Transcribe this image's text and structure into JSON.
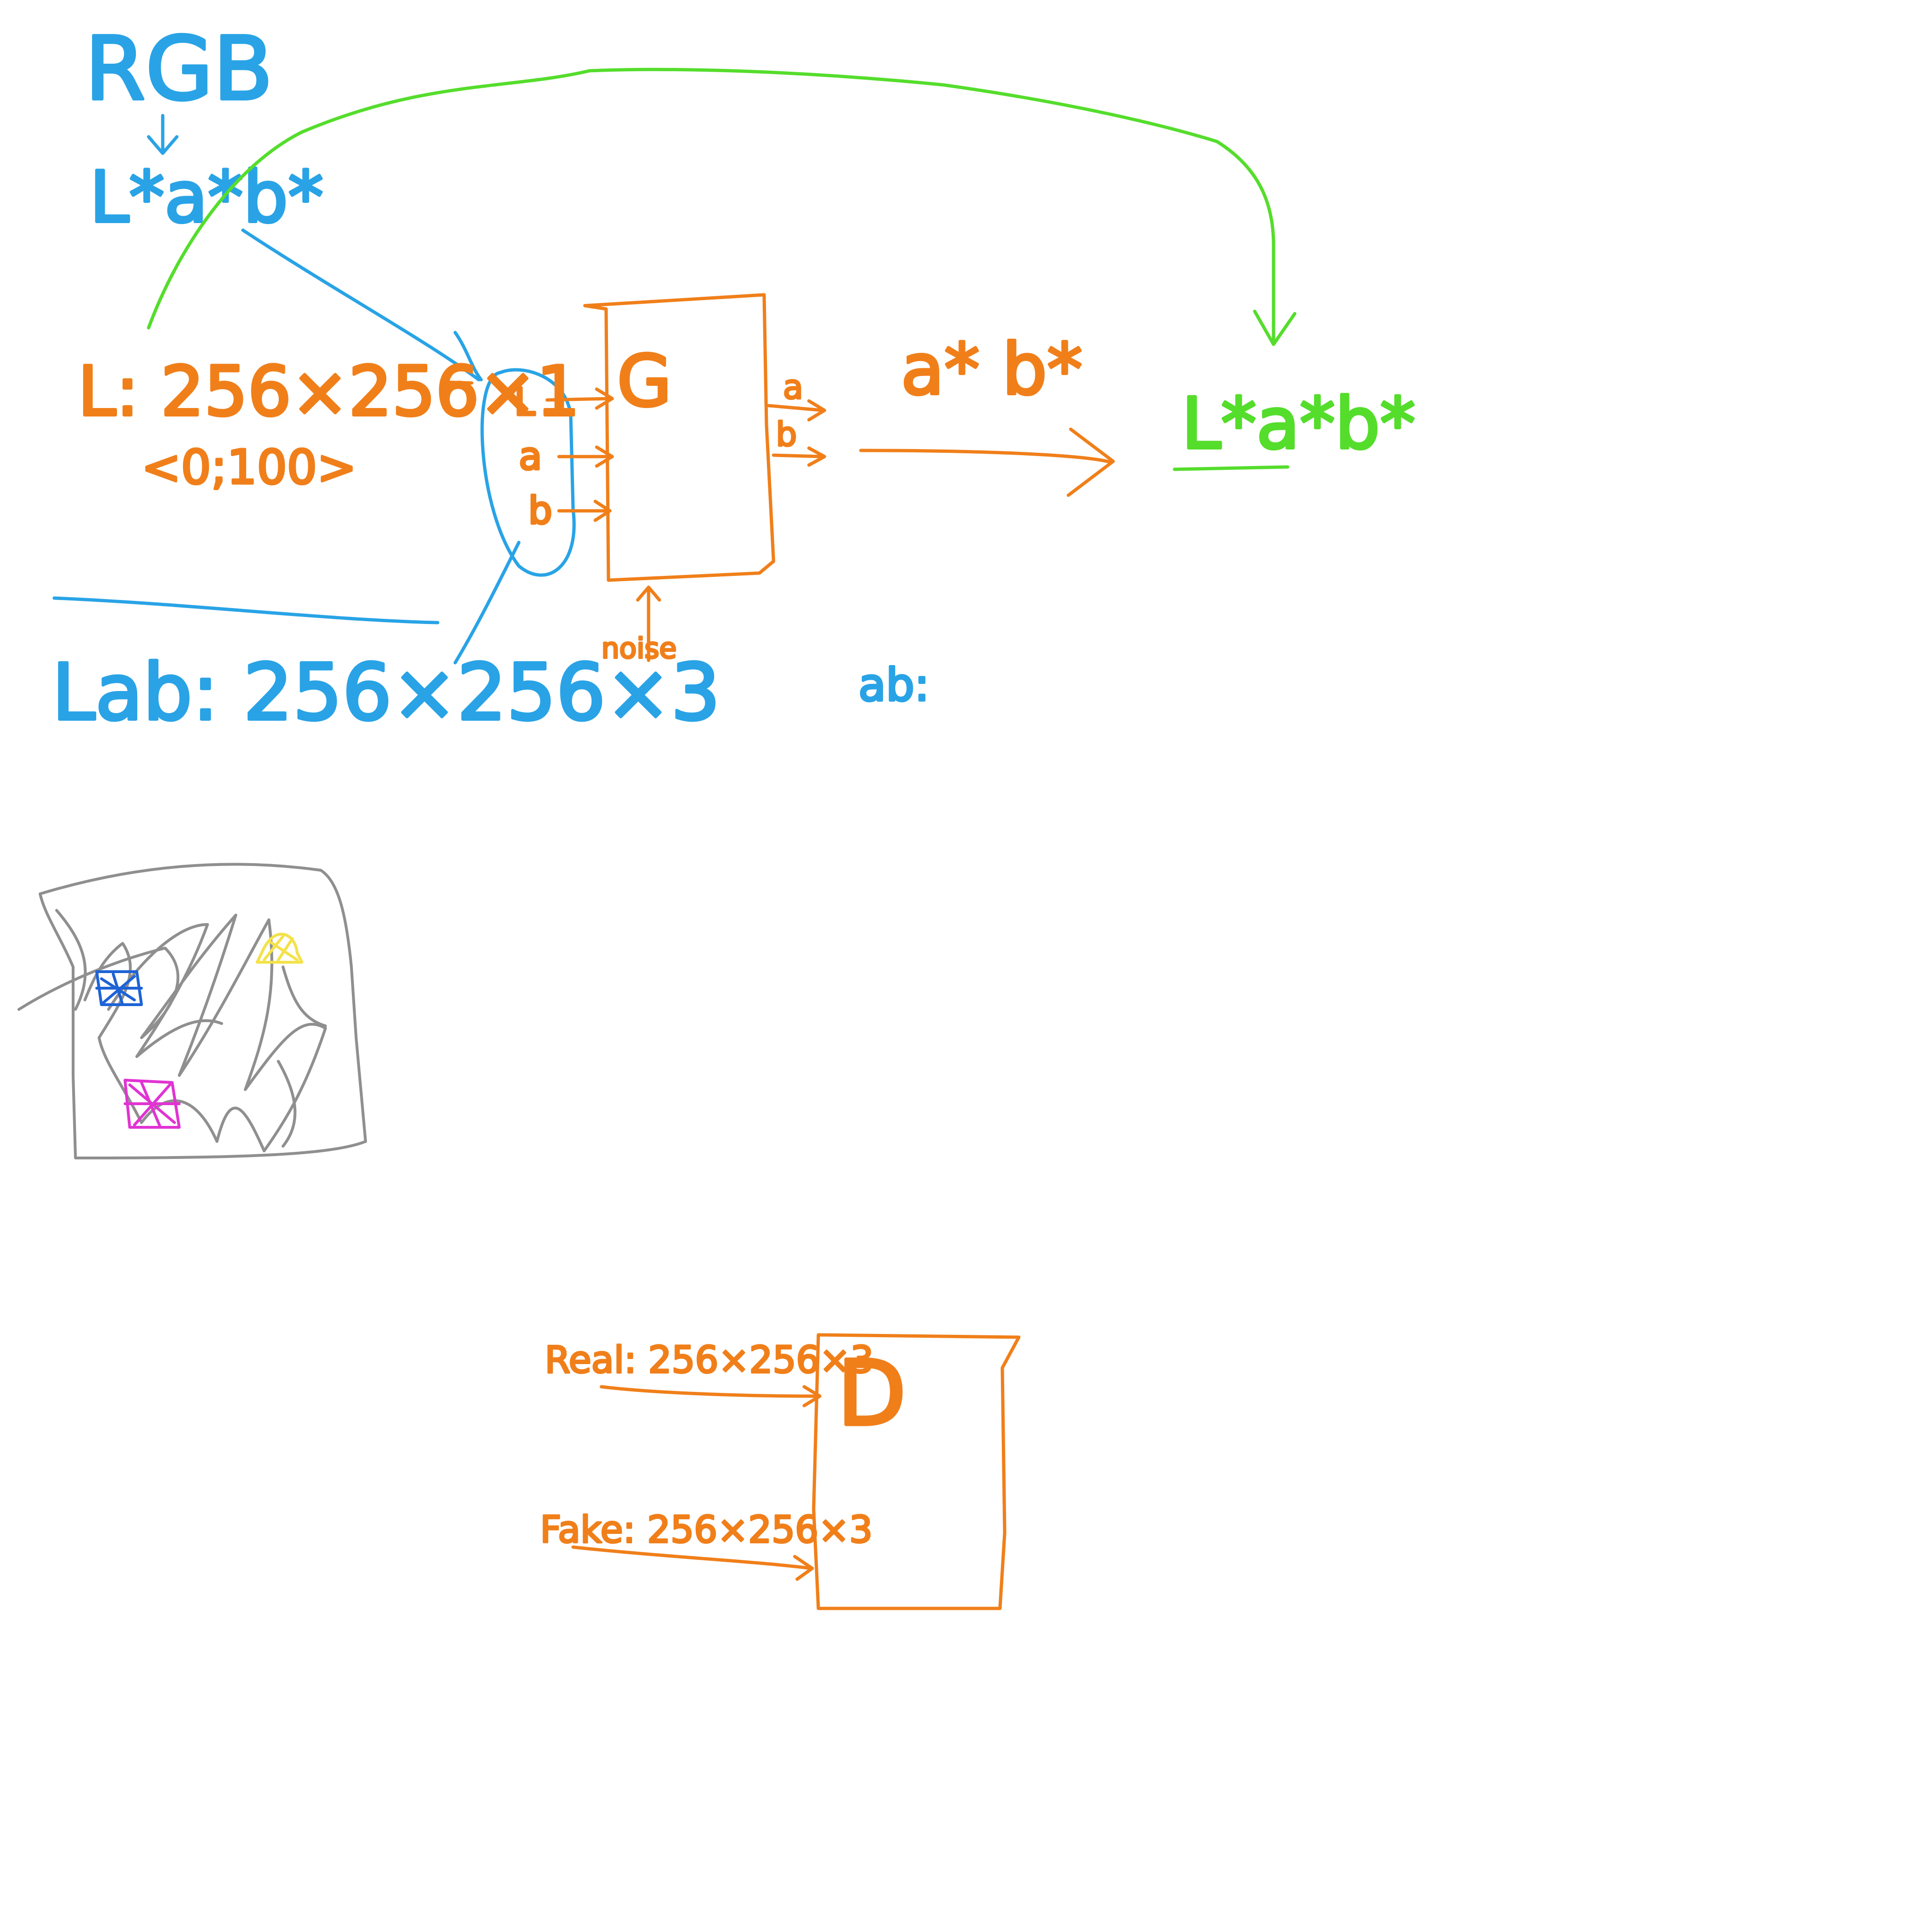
{
  "colors": {
    "blue": "#29a3e6",
    "orange": "#f07f1a",
    "green": "#55dd2c",
    "gray": "#8f8f8f",
    "dark_blue": "#1e63d6",
    "yellow": "#f3e24a",
    "magenta": "#e033d2",
    "background": "#ffffff"
  },
  "labels": {
    "rgb": "RGB",
    "lab_top": "L*a*b*",
    "l_dim": "L: 256×256×1",
    "l_range": "<0;100>",
    "lab_dim": "Lab: 256×256×3",
    "in_l": "L",
    "in_a": "a",
    "in_b": "b",
    "generator": "G",
    "out_a": "a",
    "out_b": "b",
    "ab_star": "a* b*",
    "lab_result": "L*a*b*",
    "noise": "noise",
    "ab_note": "ab:",
    "discriminator": "D",
    "real_dim": "Real: 256×256×3",
    "fake_dim": "Fake: 256×256×3"
  }
}
